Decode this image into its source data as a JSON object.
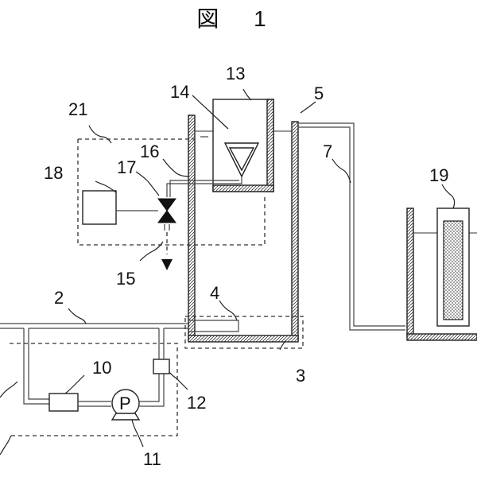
{
  "figure": {
    "title": "図 1"
  },
  "labels": {
    "n2": "2",
    "n3": "3",
    "n4": "4",
    "n5": "5",
    "n7": "7",
    "n10": "10",
    "n11": "11",
    "n12": "12",
    "n13": "13",
    "n14": "14",
    "n15": "15",
    "n16": "16",
    "n17": "17",
    "n18": "18",
    "n19": "19",
    "n21": "21",
    "pump": "P"
  }
}
